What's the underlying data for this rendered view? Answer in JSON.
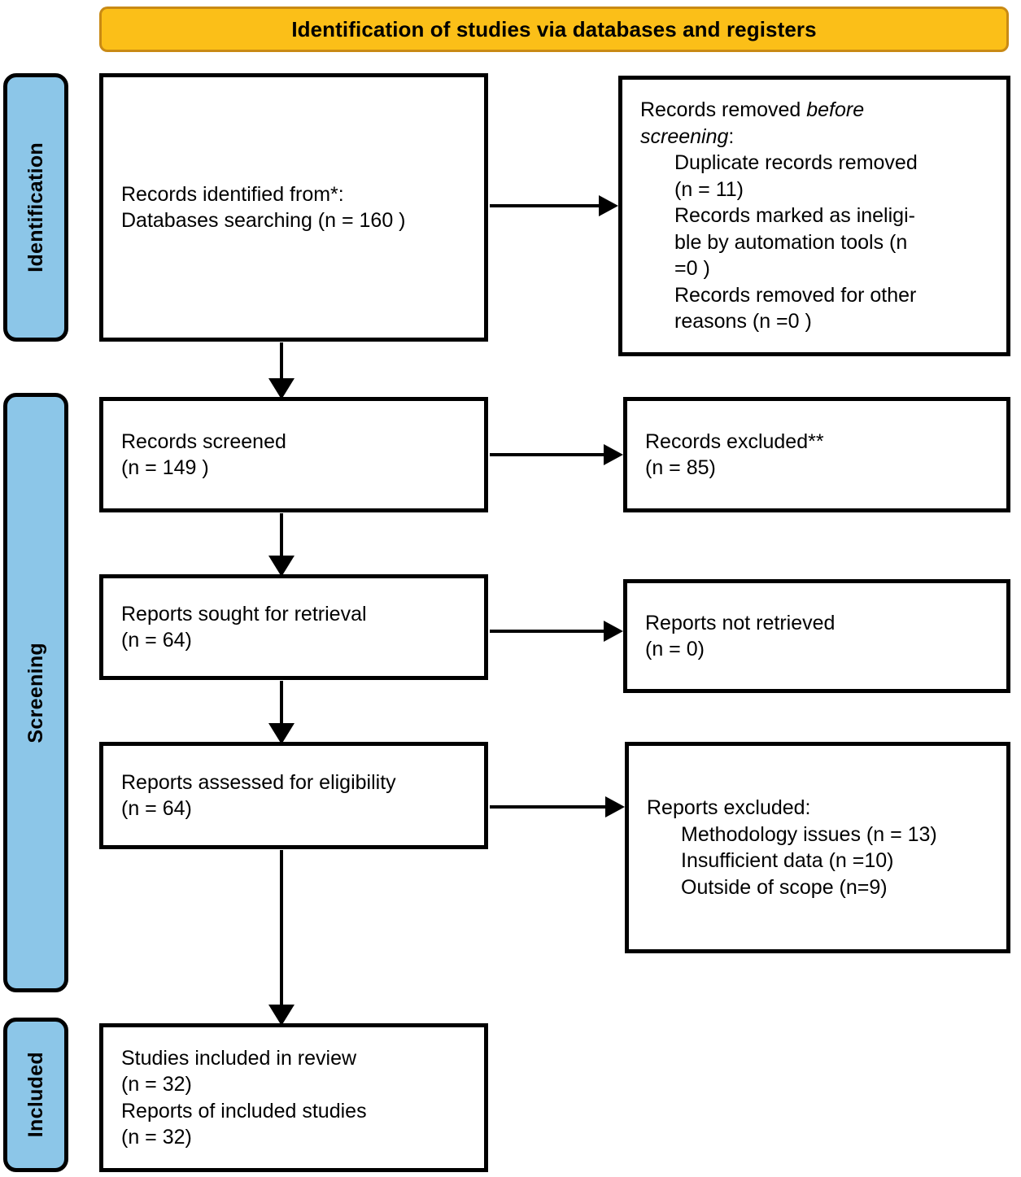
{
  "header": {
    "title": "Identification of studies via databases and registers",
    "bg_color": "#FBBF18",
    "border_color": "#C98A14"
  },
  "stage_bars": {
    "color": "#8CC6E8",
    "items": [
      {
        "label": "Identification"
      },
      {
        "label": "Screening"
      },
      {
        "label": "Included"
      }
    ]
  },
  "boxes": {
    "identified": {
      "line1": "Records identified from*:",
      "line2": "Databases searching (n = 160 )"
    },
    "removed": {
      "line1_prefix": "Records removed ",
      "line1_italic": "before",
      "line2_italic": "screening",
      "line2_suffix": ":",
      "item1a": "Duplicate records removed",
      "item1b": "(n = 11)",
      "item2a": "Records marked as ineligi-",
      "item2b": "ble by automation tools (n",
      "item2c": "=0 )",
      "item3a": "Records removed for other",
      "item3b": "reasons (n =0 )"
    },
    "screened": {
      "line1": "Records screened",
      "line2": "(n = 149 )"
    },
    "excluded": {
      "line1": "Records excluded**",
      "line2": "(n = 85)"
    },
    "sought": {
      "line1": "Reports sought for retrieval",
      "line2": "(n = 64)"
    },
    "not_retrieved": {
      "line1": "Reports not retrieved",
      "line2": "(n = 0)"
    },
    "assessed": {
      "line1": "Reports assessed for eligibility",
      "line2": "(n = 64)"
    },
    "reports_excluded": {
      "line1": "Reports excluded:",
      "item1": "Methodology issues (n = 13)",
      "item2": "Insufficient data (n =10)",
      "item3": "Outside of scope (n=9)"
    },
    "included": {
      "line1": "Studies included in review",
      "line2": "(n = 32)",
      "line3": "Reports of included studies",
      "line4": "(n = 32)"
    }
  },
  "chart_data": {
    "type": "diagram",
    "title": "Identification of studies via databases and registers",
    "nodes": [
      {
        "id": "identified",
        "stage": "Identification",
        "label": "Records identified from*: Databases searching",
        "n": 160
      },
      {
        "id": "removed",
        "stage": "Identification",
        "label": "Records removed before screening",
        "n": 11
      },
      {
        "id": "duplicates",
        "stage": "Identification",
        "label": "Duplicate records removed",
        "n": 11
      },
      {
        "id": "automation",
        "stage": "Identification",
        "label": "Records marked as ineligible by automation tools",
        "n": 0
      },
      {
        "id": "other_reasons",
        "stage": "Identification",
        "label": "Records removed for other reasons",
        "n": 0
      },
      {
        "id": "screened",
        "stage": "Screening",
        "label": "Records screened",
        "n": 149
      },
      {
        "id": "excluded",
        "stage": "Screening",
        "label": "Records excluded**",
        "n": 85
      },
      {
        "id": "sought",
        "stage": "Screening",
        "label": "Reports sought for retrieval",
        "n": 64
      },
      {
        "id": "not_retrieved",
        "stage": "Screening",
        "label": "Reports not retrieved",
        "n": 0
      },
      {
        "id": "assessed",
        "stage": "Screening",
        "label": "Reports assessed for eligibility",
        "n": 64
      },
      {
        "id": "methodology",
        "stage": "Screening",
        "label": "Methodology issues",
        "n": 13
      },
      {
        "id": "insufficient",
        "stage": "Screening",
        "label": "Insufficient data",
        "n": 10
      },
      {
        "id": "outside_scope",
        "stage": "Screening",
        "label": "Outside of scope",
        "n": 9
      },
      {
        "id": "studies_included",
        "stage": "Included",
        "label": "Studies included in review",
        "n": 32
      },
      {
        "id": "reports_included",
        "stage": "Included",
        "label": "Reports of included studies",
        "n": 32
      }
    ],
    "edges": [
      {
        "from": "identified",
        "to": "removed",
        "direction": "right"
      },
      {
        "from": "identified",
        "to": "screened",
        "direction": "down"
      },
      {
        "from": "screened",
        "to": "excluded",
        "direction": "right"
      },
      {
        "from": "screened",
        "to": "sought",
        "direction": "down"
      },
      {
        "from": "sought",
        "to": "not_retrieved",
        "direction": "right"
      },
      {
        "from": "sought",
        "to": "assessed",
        "direction": "down"
      },
      {
        "from": "assessed",
        "to": "reports_excluded",
        "direction": "right"
      },
      {
        "from": "assessed",
        "to": "studies_included",
        "direction": "down"
      }
    ]
  }
}
